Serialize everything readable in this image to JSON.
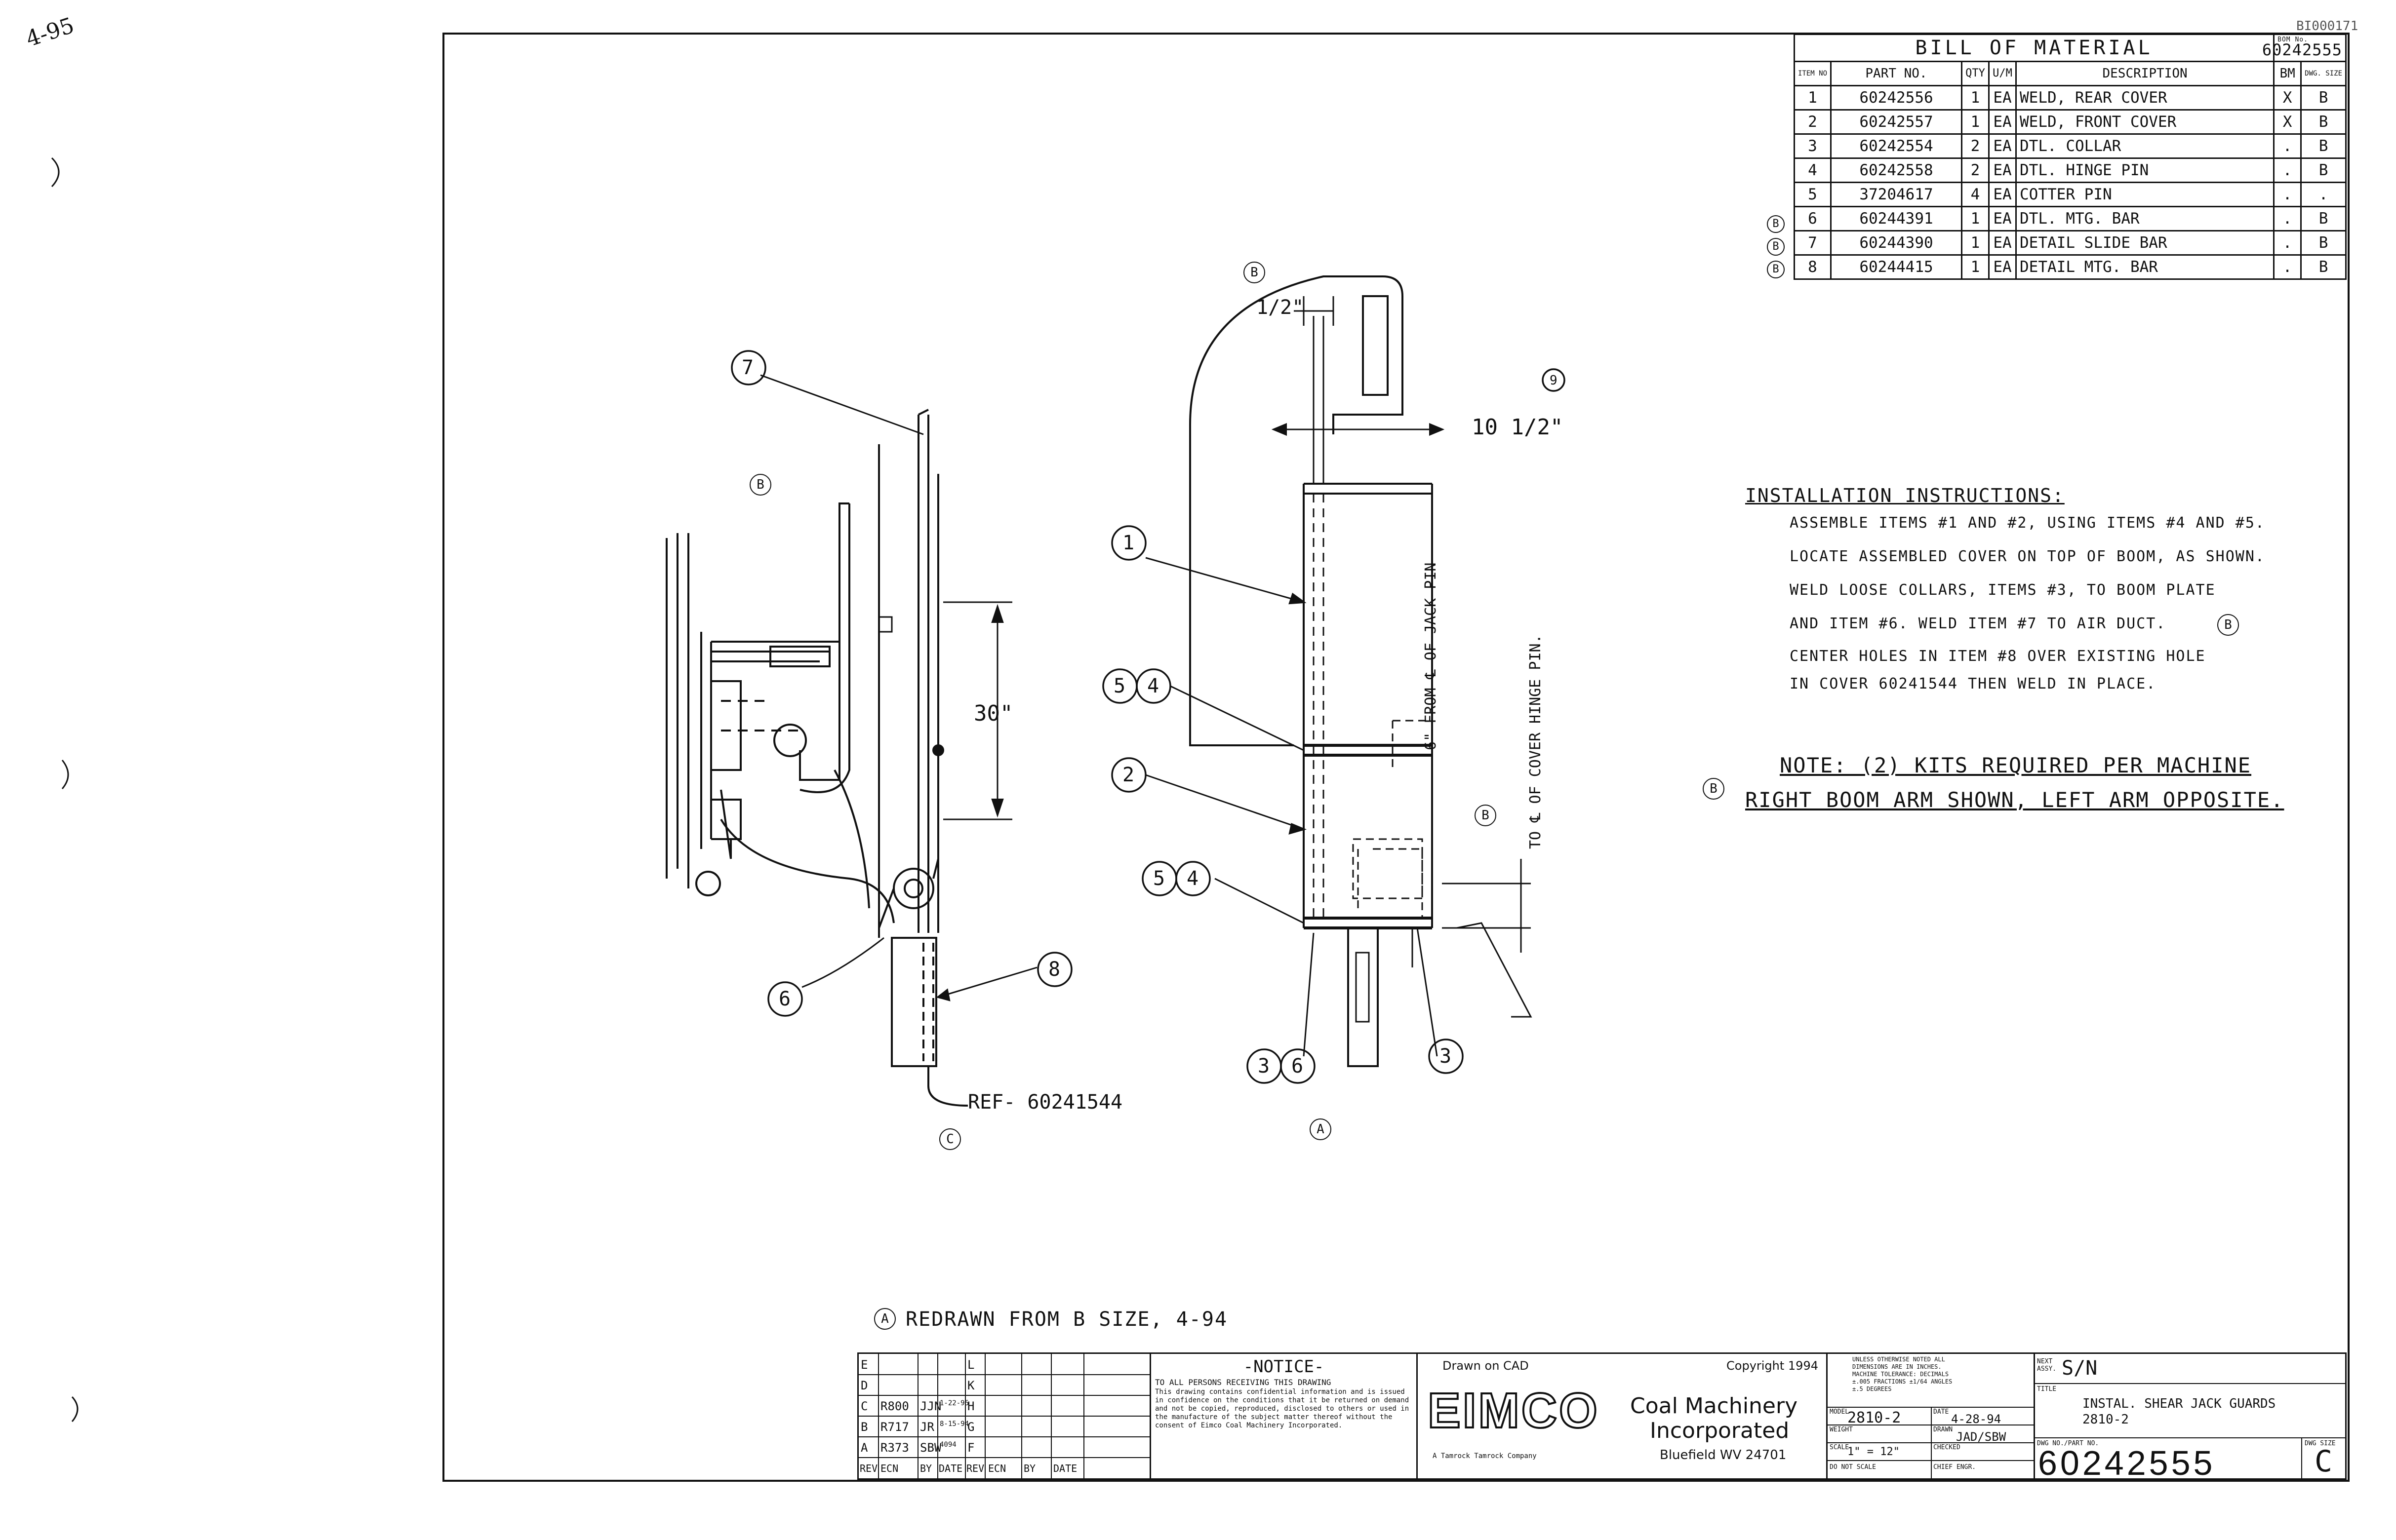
{
  "sheet_id": "BI000171",
  "margin_scribble": "4-95",
  "bom": {
    "title": "BILL OF MATERIAL",
    "bom_no_label": "BOM No.",
    "bom_no": "60242555",
    "headers": {
      "item": "ITEM NO",
      "part": "PART NO.",
      "qty": "QTY",
      "um": "U/M",
      "desc": "DESCRIPTION",
      "bm": "BM",
      "dwg": "DWG. SIZE"
    },
    "rows": [
      {
        "rev": "",
        "item": "1",
        "part": "60242556",
        "qty": "1",
        "um": "EA",
        "desc": "WELD, REAR COVER",
        "bm": "X",
        "dwg": "B"
      },
      {
        "rev": "",
        "item": "2",
        "part": "60242557",
        "qty": "1",
        "um": "EA",
        "desc": "WELD, FRONT COVER",
        "bm": "X",
        "dwg": "B"
      },
      {
        "rev": "",
        "item": "3",
        "part": "60242554",
        "qty": "2",
        "um": "EA",
        "desc": "DTL. COLLAR",
        "bm": ".",
        "dwg": "B"
      },
      {
        "rev": "",
        "item": "4",
        "part": "60242558",
        "qty": "2",
        "um": "EA",
        "desc": "DTL. HINGE PIN",
        "bm": ".",
        "dwg": "B"
      },
      {
        "rev": "",
        "item": "5",
        "part": "37204617",
        "qty": "4",
        "um": "EA",
        "desc": "COTTER PIN",
        "bm": ".",
        "dwg": "."
      },
      {
        "rev": "B",
        "item": "6",
        "part": "60244391",
        "qty": "1",
        "um": "EA",
        "desc": "DTL. MTG. BAR",
        "bm": ".",
        "dwg": "B"
      },
      {
        "rev": "B",
        "item": "7",
        "part": "60244390",
        "qty": "1",
        "um": "EA",
        "desc": "DETAIL SLIDE BAR",
        "bm": ".",
        "dwg": "B"
      },
      {
        "rev": "B",
        "item": "8",
        "part": "60244415",
        "qty": "1",
        "um": "EA",
        "desc": "DETAIL MTG. BAR",
        "bm": ".",
        "dwg": "B"
      }
    ]
  },
  "instructions": {
    "heading": "INSTALLATION INSTRUCTIONS:",
    "lines": [
      "ASSEMBLE ITEMS #1 AND #2, USING ITEMS #4 AND #5.",
      "LOCATE ASSEMBLED COVER ON TOP OF BOOM, AS SHOWN.",
      "WELD LOOSE COLLARS, ITEMS #3, TO BOOM PLATE",
      "AND ITEM #6. WELD ITEM #7 TO AIR DUCT.",
      "CENTER HOLES IN ITEM #8 OVER EXISTING HOLE",
      "IN COVER 60241544 THEN WELD IN PLACE."
    ],
    "line4_rev": "B",
    "note1": "NOTE: (2) KITS REQUIRED PER MACHINE",
    "note2": "RIGHT BOOM ARM SHOWN, LEFT ARM OPPOSITE.",
    "note_rev": "B"
  },
  "drawing": {
    "dims": {
      "half_inch": "1/2\"",
      "ten_half": "10 1/2\"",
      "thirty": "30\"",
      "six_from": "6\" FROM ℄ OF JACK PIN",
      "to_cover": "TO ℄ OF COVER HINGE PIN."
    },
    "ref_label": "REF- 60241544",
    "balloons": {
      "b1": "1",
      "b2": "2",
      "b3": "3",
      "b4": "4",
      "b5": "5",
      "b6": "6",
      "b7": "7",
      "b8": "8",
      "b9": "9"
    },
    "rev_marks": {
      "b": "B",
      "a": "A",
      "c": "C"
    }
  },
  "redrawn_note": {
    "rev": "A",
    "text": "REDRAWN FROM B SIZE, 4-94"
  },
  "title_block": {
    "revisions": [
      {
        "rev": "E",
        "ecn": "",
        "by": "",
        "date": ""
      },
      {
        "rev": "D",
        "ecn": "",
        "by": "",
        "date": ""
      },
      {
        "rev": "C",
        "ecn": "R800",
        "by": "JJN",
        "date": "1-22-95"
      },
      {
        "rev": "B",
        "ecn": "R717",
        "by": "JR",
        "date": "8-15-94"
      },
      {
        "rev": "A",
        "ecn": "R373",
        "by": "SBW",
        "date": "4094"
      }
    ],
    "revisions2": [
      "L",
      "K",
      "H",
      "G",
      "F"
    ],
    "rev_headers": [
      "REV",
      "ECN",
      "BY",
      "DATE",
      "REV",
      "ECN",
      "BY",
      "DATE"
    ],
    "notice_title": "-NOTICE-",
    "notice_line1": "TO ALL PERSONS RECEIVING THIS DRAWING",
    "notice_body": "This drawing contains confidential information and is issued in confidence on the conditions that it be returned on demand and not be copied, reproduced, disclosed to others or used in the manufacture of the subject matter thereof without the consent of Eimco Coal Machinery Incorporated.",
    "drawn_on": "Drawn on CAD",
    "copyright": "Copyright 1994",
    "logo": "EIMCO",
    "company_line1": "Coal Machinery",
    "company_line2": "Incorporated",
    "company_city": "Bluefield WV 24701",
    "parent_co": "A Tamrock Tamrock Company",
    "tolerance_text": "UNLESS OTHERWISE NOTED ALL DIMENSIONS ARE IN INCHES. MACHINE TOLERANCE: DECIMALS ±.005 FRACTIONS ±1/64 ANGLES ±.5 DEGREES",
    "model_label": "MODEL",
    "model": "2810-2",
    "date_label": "DATE",
    "date": "4-28-94",
    "weight_label": "WEIGHT",
    "drawn_label": "DRAWN",
    "drawn": "JAD/SBW",
    "scale_label": "SCALE",
    "scale": "1\" = 12\"",
    "checked_label": "CHECKED",
    "dont_scale": "DO NOT SCALE",
    "chief_label": "CHIEF ENGR.",
    "next_assy_label": "NEXT ASSY.",
    "next_assy": "S/N",
    "title_label": "TITLE",
    "title_line1": "INSTAL. SHEAR JACK GUARDS",
    "title_line2": "2810-2",
    "dwg_no_label": "DWG NO./PART NO.",
    "dwg_no": "60242555",
    "dwg_size_label": "DWG SIZE",
    "dwg_size": "C"
  }
}
